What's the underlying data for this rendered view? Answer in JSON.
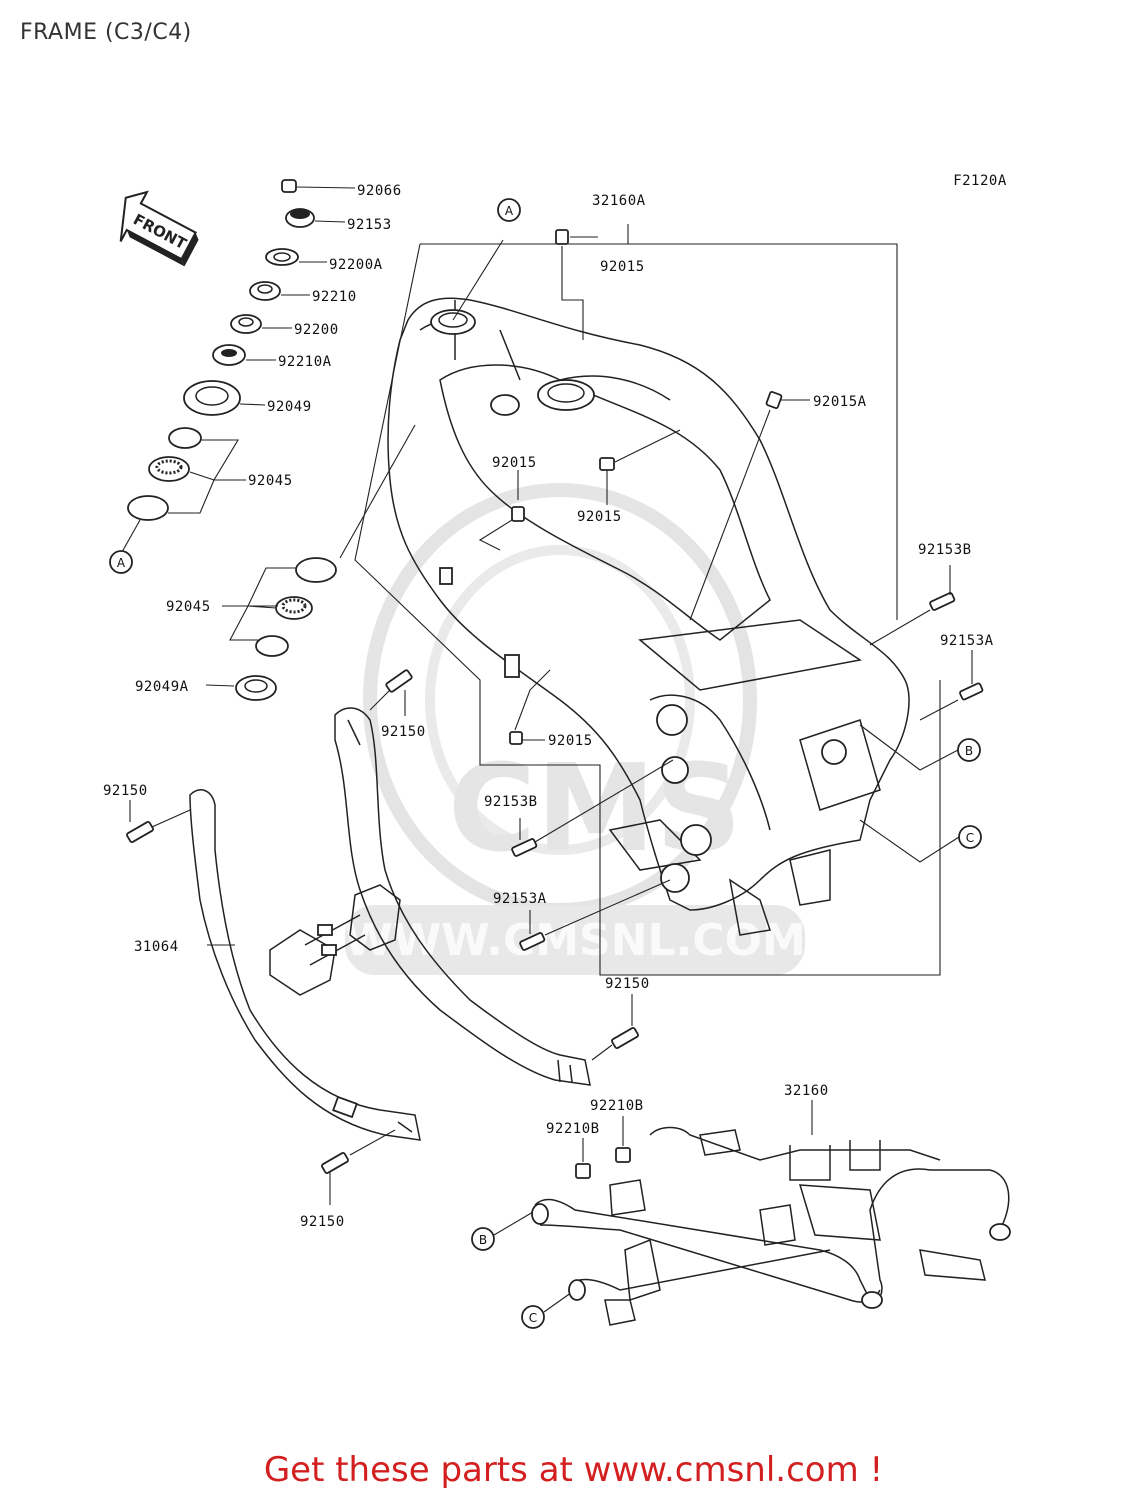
{
  "title": "FRAME (C3/C4)",
  "diagram_code": "F2120A",
  "front_label": "FRONT",
  "watermark_text": "WWW.CMSNL.COM",
  "watermark_initials": "CMS",
  "footer_text": "Get these parts at www.cmsnl.com !",
  "footer_color": "#d31f1f",
  "reference_letters": [
    "A",
    "B",
    "C"
  ],
  "parts": {
    "p92066": "92066",
    "p92153": "92153",
    "p92200A": "92200A",
    "p92210": "92210",
    "p92200": "92200",
    "p92210A": "92210A",
    "p92049": "92049",
    "p92045a": "92045",
    "p92045b": "92045",
    "p92049A": "92049A",
    "p32160A": "32160A",
    "p92015a": "92015",
    "p92015A": "92015A",
    "p92015b": "92015",
    "p92015c": "92015",
    "p92015d": "92015",
    "p92153B_r": "92153B",
    "p92153A_r": "92153A",
    "p92150a": "92150",
    "p92150b": "92150",
    "p92153B_m": "92153B",
    "p92153A_m": "92153A",
    "p31064": "31064",
    "p92150c": "92150",
    "p92150d": "92150",
    "p32160": "32160",
    "p92210Ba": "92210B",
    "p92210Bb": "92210B"
  }
}
